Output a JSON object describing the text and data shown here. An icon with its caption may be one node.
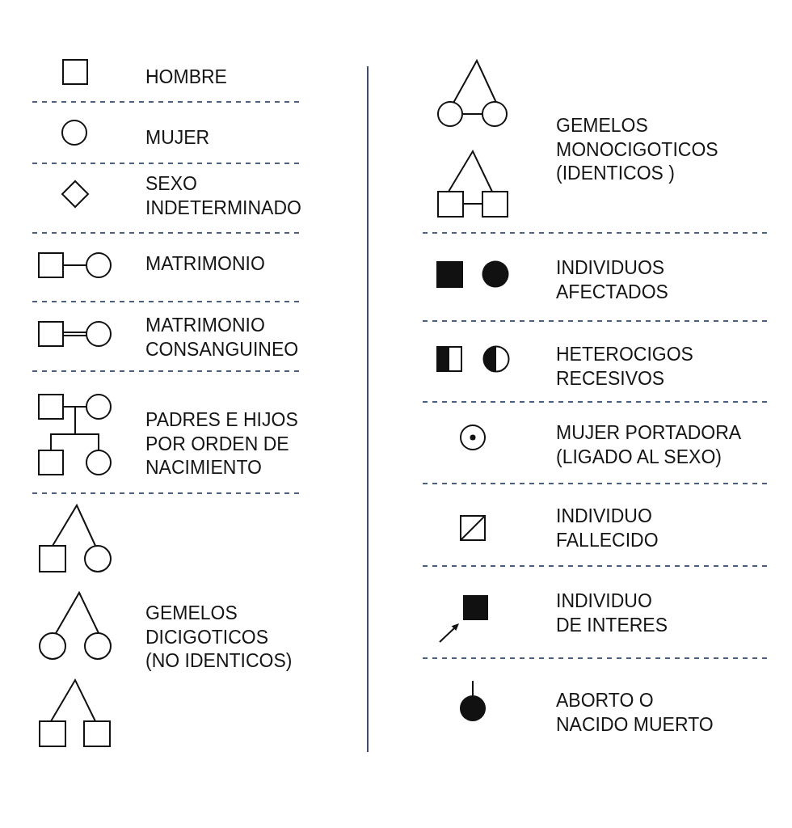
{
  "diagram": {
    "legend": [
      {
        "text": "HOMBRE"
      },
      {
        "text": "MUJER"
      },
      {
        "text": "SEXO INDETERMINADO"
      },
      {
        "text": "MATRIMONIO"
      },
      {
        "text": "MATRIMONIO CONSANGUINEO"
      },
      {
        "text": "PADRES E HIJOS POR ORDEN DE NACIMIENTO"
      },
      {
        "text": "GEMELOS DICIGOTICOS (NO IDENTICOS)"
      },
      {
        "text": "GEMELOS MONOCIGOTICOS (IDENTICOS )"
      },
      {
        "text": "INDIVIDUOS AFECTADOS"
      },
      {
        "text": "HETEROCIGOS RECESIVOS"
      },
      {
        "text": "MUJER PORTADORA (LIGADO AL SEXO)"
      },
      {
        "text": "INDIVIDUO FALLECIDO"
      },
      {
        "text": "INDIVIDUO DE INTERES"
      },
      {
        "text": "ABORTO O NACIDO MUERTO"
      }
    ]
  }
}
